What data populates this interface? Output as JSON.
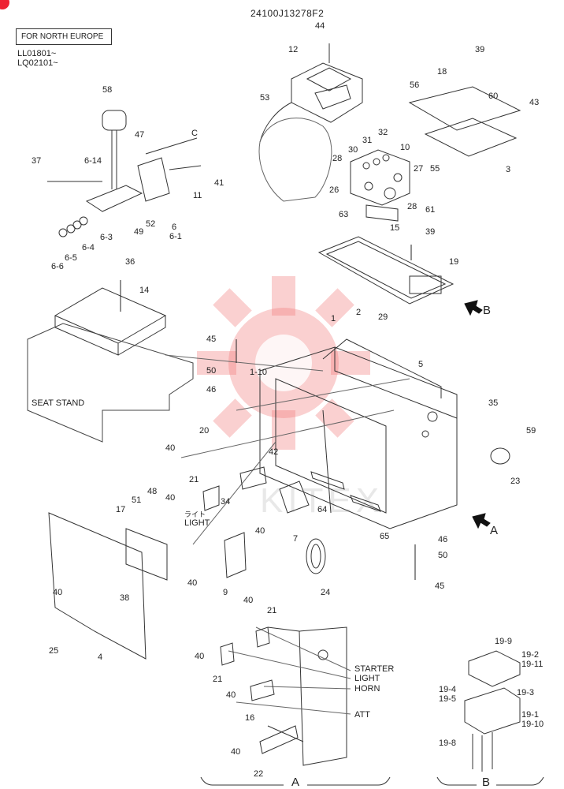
{
  "header": {
    "doc_code": "24100J13278F2",
    "region_box": "FOR NORTH EUROPE",
    "serial_1": "LL01801~",
    "serial_2": "LQ02101~"
  },
  "watermark": "KITEX",
  "labels": {
    "seat_stand": "SEAT STAND",
    "light_jp": "ライト",
    "light": "LIGHT",
    "starter": "STARTER",
    "light2": "LIGHT",
    "horn": "HORN",
    "att": "ATT",
    "view_a": "A",
    "view_b": "B",
    "arrow_a": "A",
    "arrow_b": "B",
    "ref_c": "C"
  },
  "parts": {
    "p44": "44",
    "p12": "12",
    "p53": "53",
    "p39a": "39",
    "p18": "18",
    "p56": "56",
    "p60": "60",
    "p43": "43",
    "p31": "31",
    "p32": "32",
    "p30": "30",
    "p10": "10",
    "p28a": "28",
    "p27": "27",
    "p55": "55",
    "p3": "3",
    "p26": "26",
    "p28b": "28",
    "p61": "61",
    "p63": "63",
    "p15": "15",
    "p58": "58",
    "p47": "47",
    "p37": "37",
    "p6_14": "6-14",
    "p41": "41",
    "p11": "11",
    "p52": "52",
    "p49": "49",
    "p6": "6",
    "p6_1": "6-1",
    "p6_3": "6-3",
    "p6_4": "6-4",
    "p6_5": "6-5",
    "p6_6": "6-6",
    "p39b": "39",
    "p19": "19",
    "p2": "2",
    "p36": "36",
    "p14": "14",
    "p1": "1",
    "p29": "29",
    "p5": "5",
    "p45a": "45",
    "p50a": "50",
    "p46a": "46",
    "p1_10": "1-10",
    "p35": "35",
    "p59": "59",
    "p23": "23",
    "p20": "20",
    "p42": "42",
    "p40a": "40",
    "p21a": "21",
    "p40b": "40",
    "p34": "34",
    "p64": "64",
    "p40c": "40",
    "p7": "7",
    "p65": "65",
    "p46b": "46",
    "p50b": "50",
    "p45b": "45",
    "p17": "17",
    "p51": "51",
    "p48": "48",
    "p40d": "40",
    "p9": "9",
    "p24": "24",
    "p40e": "40",
    "p38": "38",
    "p25": "25",
    "p4": "4",
    "p40f": "40",
    "p21b": "21",
    "p40g": "40",
    "p21c": "21",
    "p40h": "40",
    "p16": "16",
    "p40i": "40",
    "p22": "22",
    "p19_9": "19-9",
    "p19_2": "19-2",
    "p19_11": "19-11",
    "p19_4": "19-4",
    "p19_5": "19-5",
    "p19_3": "19-3",
    "p19_1": "19-1",
    "p19_10": "19-10",
    "p19_8": "19-8"
  }
}
